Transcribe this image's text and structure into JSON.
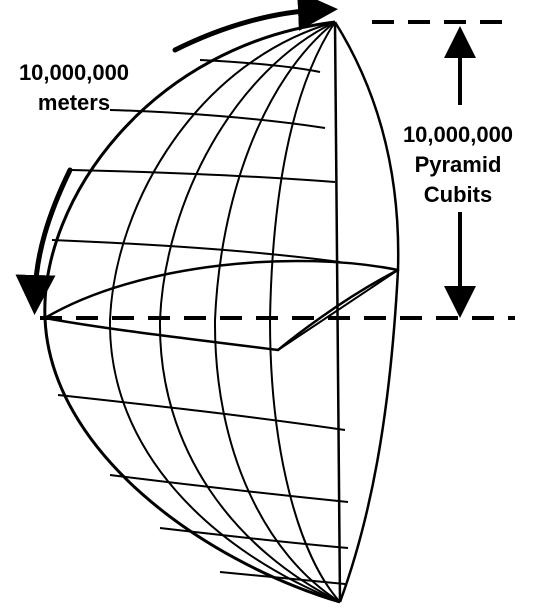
{
  "left_label": {
    "line1": "10,000,000",
    "line2": "meters"
  },
  "right_label": {
    "line1": "10,000,000",
    "line2": "Pyramid",
    "line3": "Cubits"
  },
  "colors": {
    "ink": "#000000",
    "background": "#ffffff"
  }
}
